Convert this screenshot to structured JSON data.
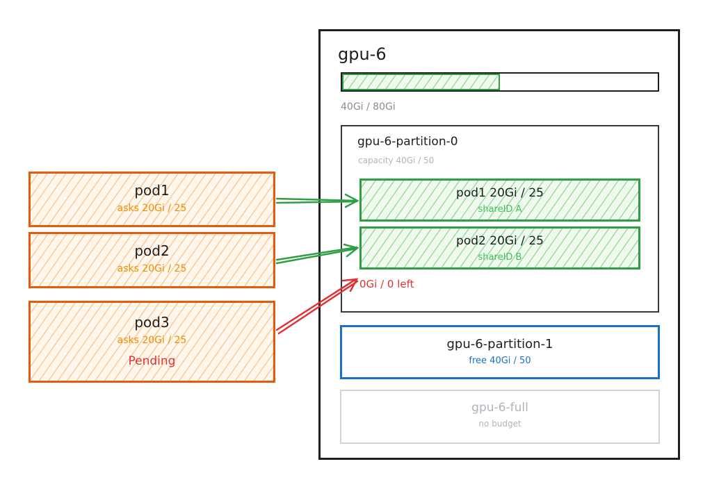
{
  "pods": [
    {
      "name": "pod1",
      "asks": "asks 20Gi / 25",
      "status": ""
    },
    {
      "name": "pod2",
      "asks": "asks 20Gi / 25",
      "status": ""
    },
    {
      "name": "pod3",
      "asks": "asks 20Gi / 25",
      "status": "Pending"
    }
  ],
  "gpu": {
    "name": "gpu-6",
    "usage_text": "40Gi / 80Gi",
    "usage_fraction": 0.5,
    "partitions": [
      {
        "name": "gpu-6-partition-0",
        "capacity": "capacity 40Gi / 50",
        "shares": [
          {
            "label": "pod1 20Gi / 25",
            "share_id": "shareID A"
          },
          {
            "label": "pod2 20Gi / 25",
            "share_id": "shareID B"
          }
        ],
        "remaining": "0Gi / 0 left"
      },
      {
        "name": "gpu-6-partition-1",
        "free": "free 40Gi / 50"
      }
    ],
    "full": {
      "name": "gpu-6-full",
      "budget": "no budget"
    }
  },
  "colors": {
    "pod": "#e8590c",
    "allocated": "#2f9e44",
    "rejected": "#e03131",
    "free_partition": "#1971c2",
    "disabled": "#ced4da"
  }
}
